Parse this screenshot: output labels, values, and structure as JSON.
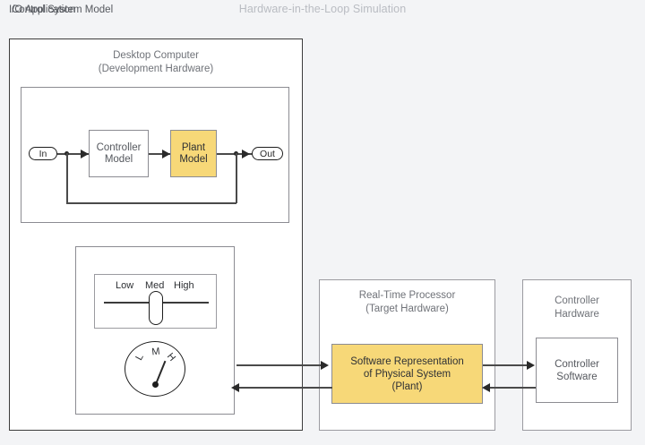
{
  "title": "Hardware-in-the-Loop Simulation",
  "colors": {
    "background": "#f3f4f6",
    "panel": "#ffffff",
    "highlight": "#f7d878",
    "border_dark": "#3c3c3c",
    "border_gray": "#9b9ba0",
    "text_gray": "#6f7278",
    "title_gray": "#b9bcc2",
    "wire": "#4a4a4a"
  },
  "desktop": {
    "title_line1": "Desktop Computer",
    "title_line2": "(Development Hardware)",
    "control_system_model": {
      "label": "Control System Model",
      "in_port": "In",
      "out_port": "Out",
      "controller_block_line1": "Controller",
      "controller_block_line2": "Model",
      "plant_block_line1": "Plant",
      "plant_block_line2": "Model"
    },
    "io_application": {
      "label": "I/O Application",
      "slider": {
        "ticks": [
          "Low",
          "Med",
          "High"
        ],
        "value": "Med"
      },
      "gauge": {
        "ticks": [
          "L",
          "M",
          "H"
        ],
        "needle_position": "between M and H"
      }
    }
  },
  "real_time_processor": {
    "title_line1": "Real-Time Processor",
    "title_line2": "(Target Hardware)",
    "plant_block_line1": "Software Representation",
    "plant_block_line2": "of Physical System",
    "plant_block_line3": "(Plant)"
  },
  "controller_hardware": {
    "title_line1": "Controller",
    "title_line2": "Hardware",
    "software_block_line1": "Controller",
    "software_block_line2": "Software"
  }
}
